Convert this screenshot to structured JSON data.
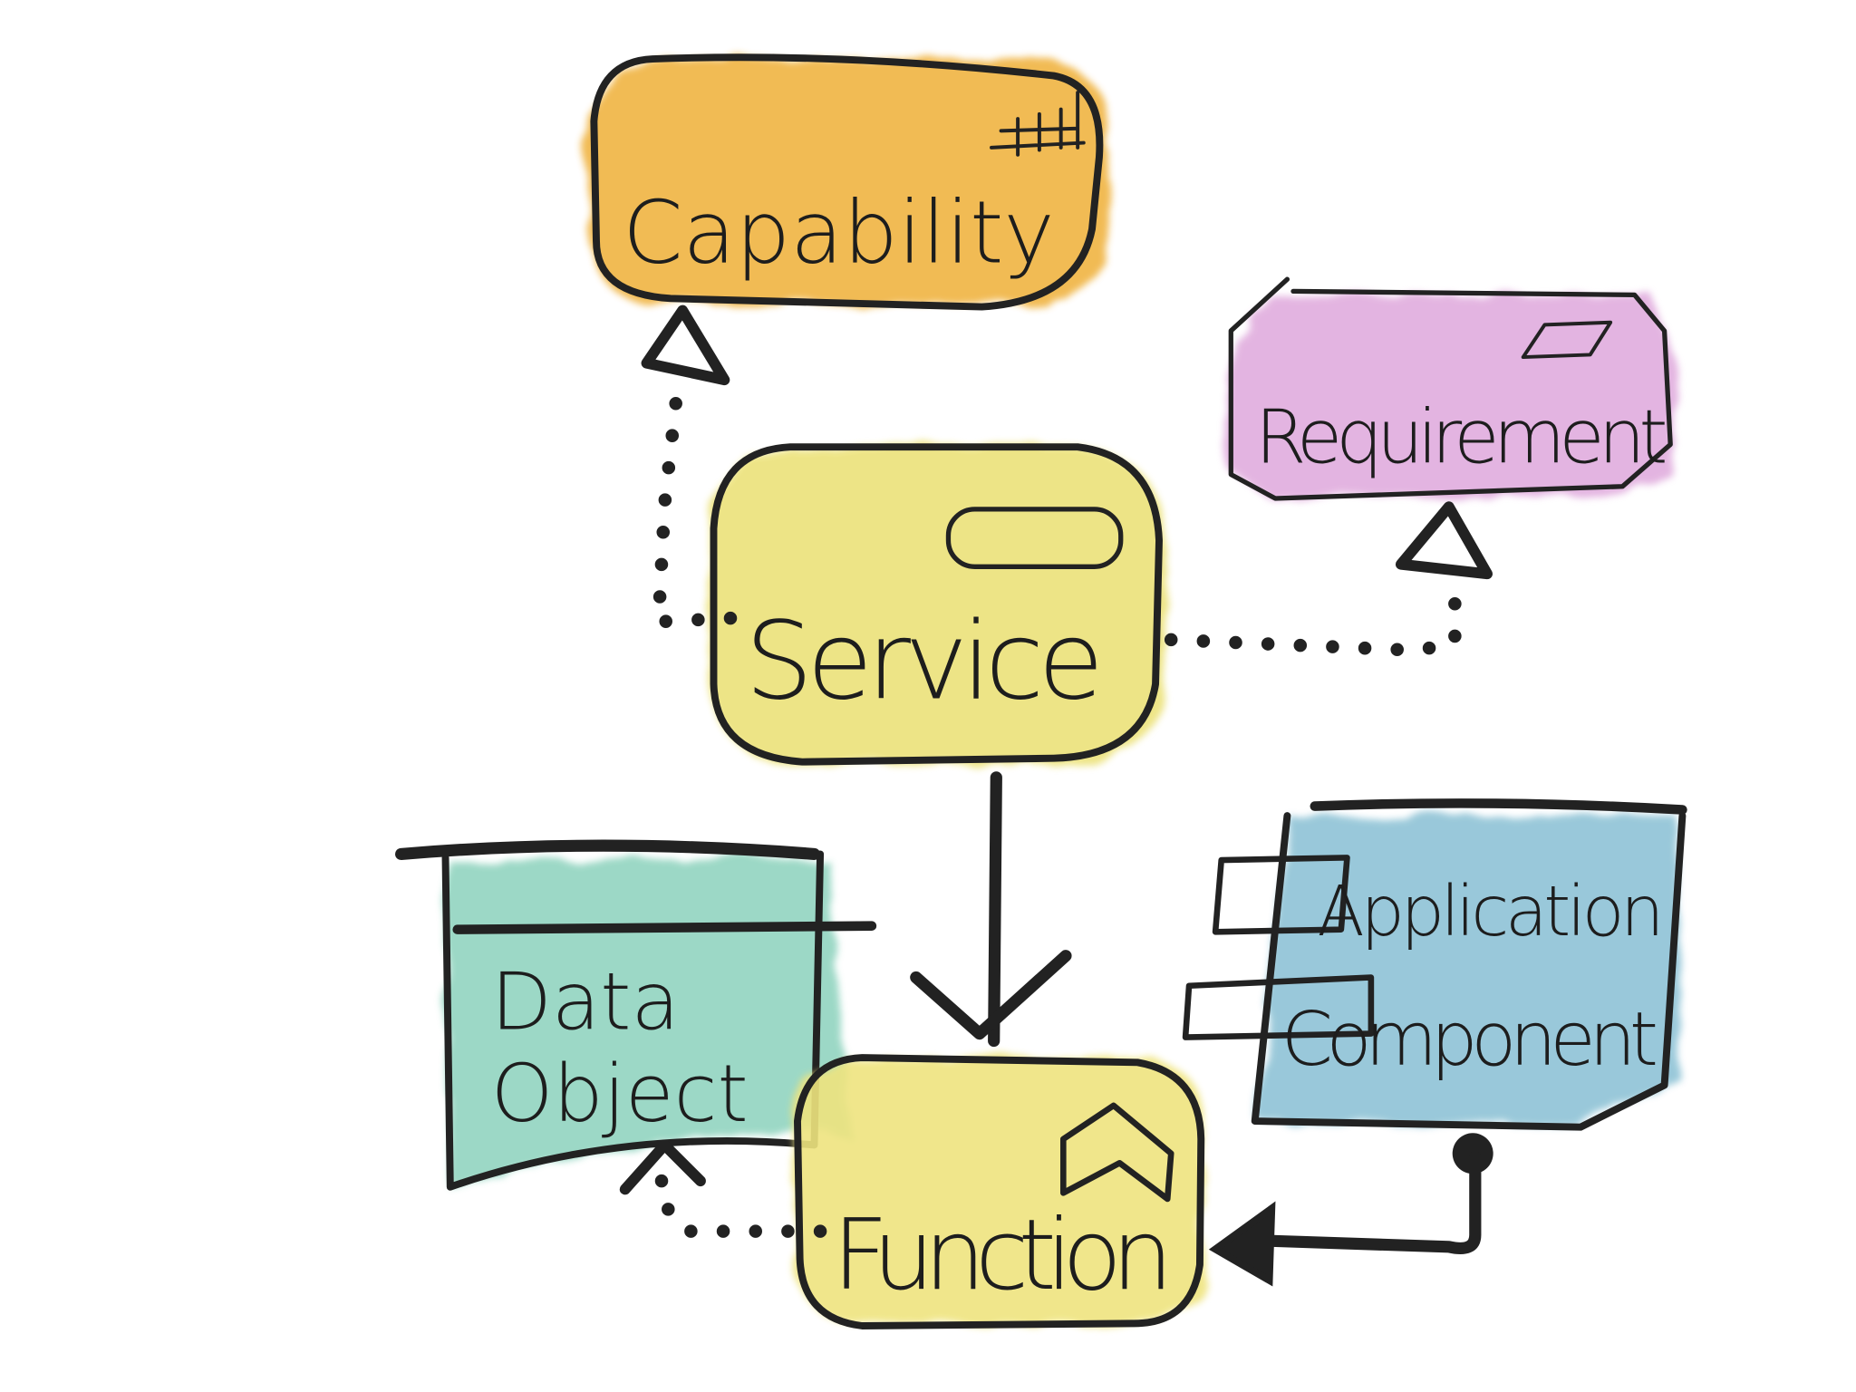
{
  "diagram": {
    "nodes": {
      "capability": {
        "label": "Capability",
        "color": "#f0b443"
      },
      "requirement": {
        "label": "Requirement",
        "color": "#dfa8dc"
      },
      "service": {
        "label": "Service",
        "color": "#ece27a"
      },
      "data_object": {
        "label_line1": "Data",
        "label_line2": "Object",
        "color": "#92d4c0"
      },
      "function": {
        "label": "Function",
        "color": "#efe47f"
      },
      "application_component": {
        "label_line1": "Application",
        "label_line2": "Component",
        "color": "#8fc3d6"
      }
    },
    "edges": [
      {
        "from": "Service",
        "to": "Capability",
        "type": "realization"
      },
      {
        "from": "Service",
        "to": "Requirement",
        "type": "realization"
      },
      {
        "from": "Service",
        "to": "Function",
        "type": "serving"
      },
      {
        "from": "Function",
        "to": "Data Object",
        "type": "access"
      },
      {
        "from": "Application Component",
        "to": "Function",
        "type": "assignment"
      }
    ]
  }
}
